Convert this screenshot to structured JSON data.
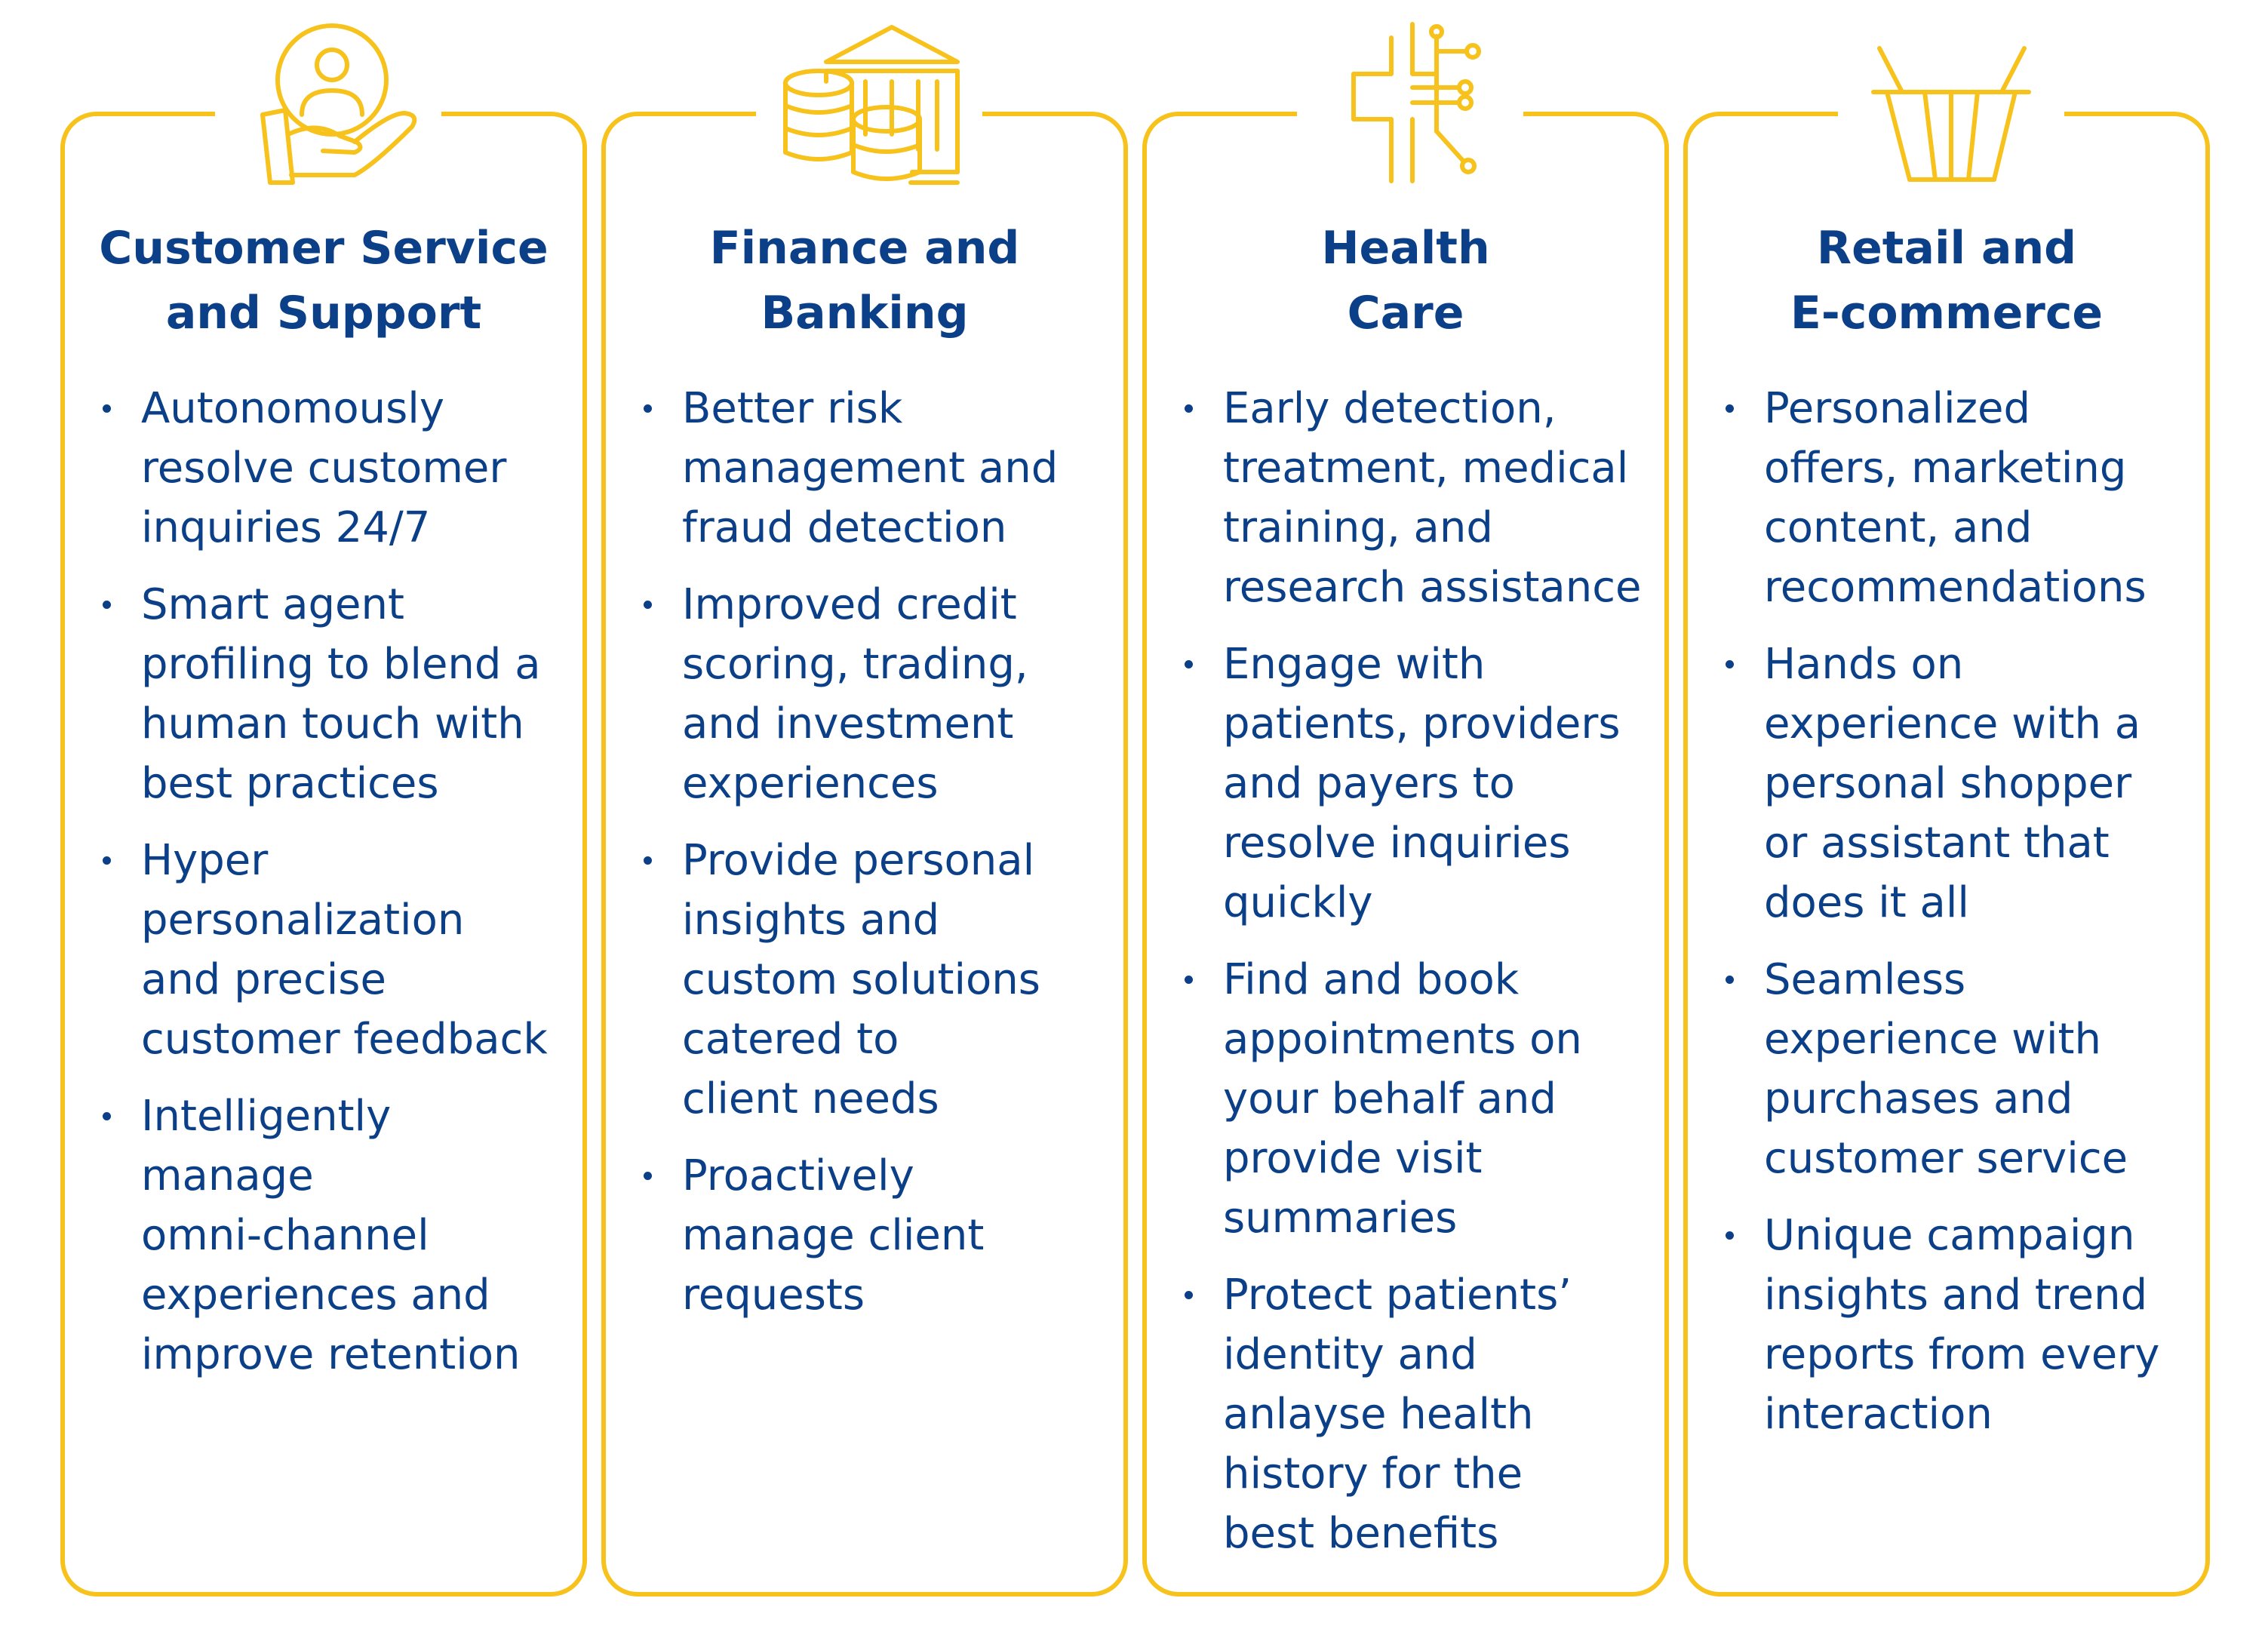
{
  "palette": {
    "accent": "#f6c21b",
    "text": "#0b3f87",
    "background": "#ffffff"
  },
  "columns": [
    {
      "icon": "hand-holding-person-icon",
      "title_lines": [
        "Customer Service",
        "and Support"
      ],
      "bullets": [
        [
          "Autonomously",
          "resolve customer",
          "inquiries 24/7"
        ],
        [
          "Smart agent",
          "profiling to blend a",
          "human touch with",
          "best practices"
        ],
        [
          "Hyper",
          "personalization",
          "and precise",
          "customer feedback"
        ],
        [
          "Intelligently",
          "manage",
          "omni-channel",
          "experiences and",
          "improve retention"
        ]
      ]
    },
    {
      "icon": "bank-coins-icon",
      "title_lines": [
        "Finance and",
        "Banking"
      ],
      "bullets": [
        [
          "Better risk",
          "management and",
          "fraud detection"
        ],
        [
          "Improved credit",
          "scoring, trading,",
          "and investment",
          "experiences"
        ],
        [
          "Provide personal",
          "insights and",
          "custom solutions",
          "catered to",
          "client needs"
        ],
        [
          "Proactively",
          "manage client",
          "requests"
        ]
      ]
    },
    {
      "icon": "medical-cross-circuit-icon",
      "title_lines": [
        "Health",
        "Care"
      ],
      "bullets": [
        [
          "Early detection,",
          "treatment, medical",
          "training, and",
          "research assistance"
        ],
        [
          "Engage with",
          "patients, providers",
          "and payers to",
          "resolve inquiries",
          "quickly"
        ],
        [
          "Find and book",
          "appointments on",
          "your behalf and",
          "provide visit",
          "summaries"
        ],
        [
          "Protect patients’",
          "identity and",
          "anlayse health",
          "history for the",
          "best benefits"
        ]
      ]
    },
    {
      "icon": "shopping-basket-icon",
      "title_lines": [
        "Retail and",
        "E-commerce"
      ],
      "bullets": [
        [
          "Personalized",
          "offers, marketing",
          "content, and",
          "recommendations"
        ],
        [
          "Hands on",
          "experience with a",
          "personal shopper",
          "or assistant that",
          "does it all"
        ],
        [
          "Seamless",
          "experience with",
          "purchases and",
          "customer service"
        ],
        [
          "Unique campaign",
          "insights and trend",
          "reports from every",
          "interaction"
        ]
      ]
    }
  ]
}
